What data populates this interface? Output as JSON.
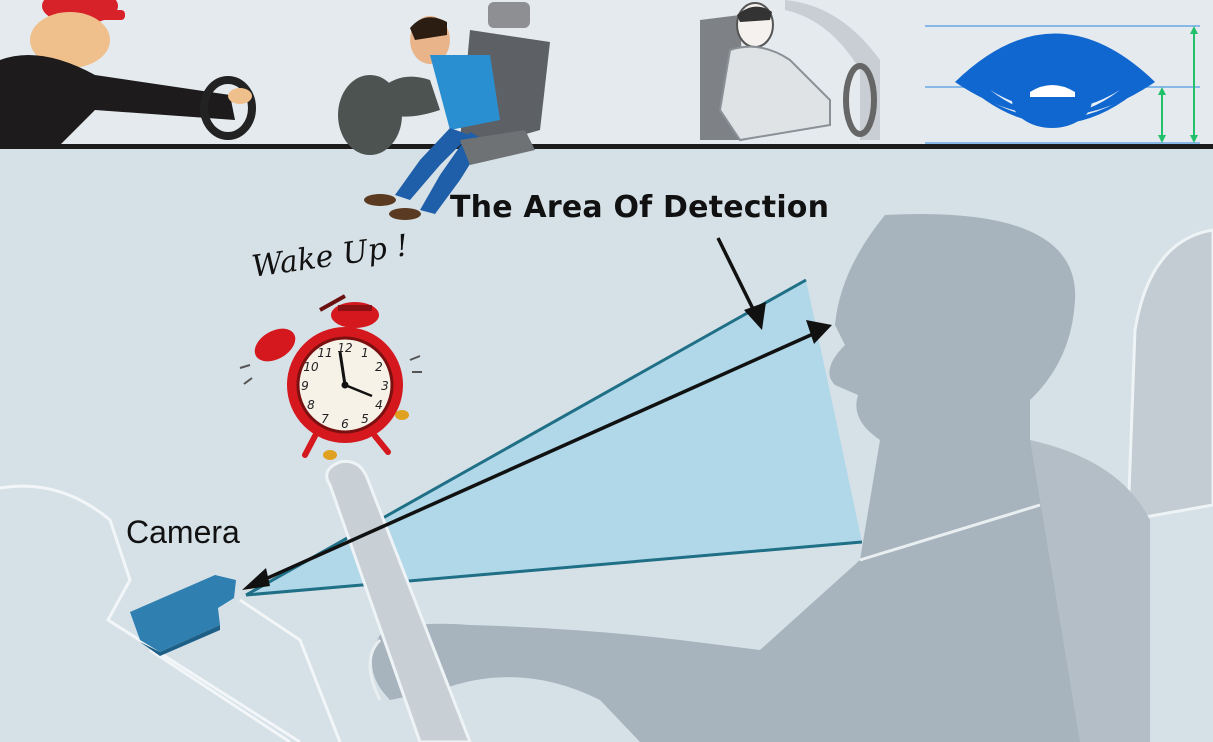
{
  "labels": {
    "area_of_detection": "The Area Of Detection",
    "camera": "Camera",
    "wake_up": "Wake Up !"
  },
  "clock": {
    "numerals": [
      "12",
      "1",
      "2",
      "3",
      "4",
      "5",
      "6",
      "7",
      "8",
      "9",
      "10",
      "11"
    ]
  },
  "colors": {
    "background": "#d6e1e7",
    "silhouette": "#a7b3bd",
    "detection_beam": "#a9d6e8",
    "beam_edge": "#1f6f86",
    "camera_body": "#2f7fb0",
    "clock_red": "#d4181e",
    "eye_blue": "#1167d0"
  }
}
